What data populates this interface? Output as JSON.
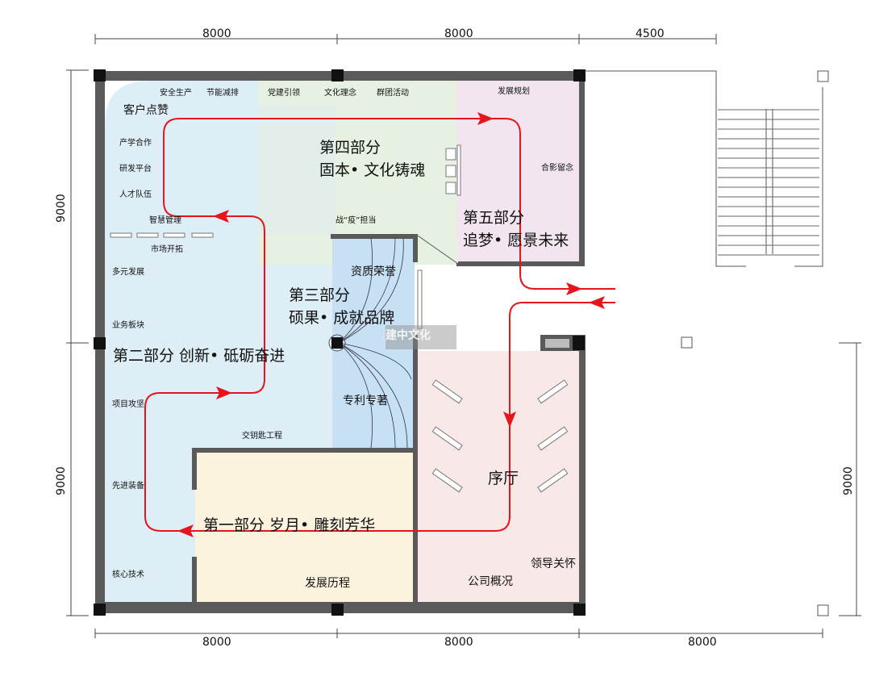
{
  "dimensions": {
    "top": [
      "8000",
      "8000",
      "4500"
    ],
    "bottom": [
      "8000",
      "8000",
      "8000"
    ],
    "left": [
      "9000",
      "9000"
    ],
    "right": [
      "9000"
    ]
  },
  "sections": {
    "part1": "第一部分  岁月• 雕刻芳华",
    "part2": "第二部分  创新• 砥砺奋进",
    "part3_a": "第三部分",
    "part3_b": "硕果• 成就品牌",
    "part4_a": "第四部分",
    "part4_b": "固本• 文化铸魂",
    "part5_a": "第五部分",
    "part5_b": "追梦• 愿景未来",
    "lobby": "序厅"
  },
  "labels": {
    "safety": "安全生产",
    "energy": "节能减排",
    "party": "党建引领",
    "culture": "文化理念",
    "group": "群团活动",
    "plan": "发展规划",
    "client": "客户点赞",
    "industry": "产学合作",
    "rnd": "研发平台",
    "talent": "人才队伍",
    "smart": "智慧管理",
    "market": "市场开拓",
    "diverse": "多元发展",
    "business": "业务板块",
    "projects": "项目攻坚",
    "equipment": "先进装备",
    "core": "核心技术",
    "key": "交钥匙工程",
    "history": "发展历程",
    "overview": "公司概况",
    "leaders": "领导关怀",
    "photo": "合影留念",
    "epidemic": "战“疫”担当",
    "honors": "资质荣誉",
    "patents": "专利专著"
  },
  "watermark": "建中文化",
  "colors": {
    "path": "#e8141c",
    "wall": "#5a5a5a",
    "zone_blue": "#ddeef7",
    "zone_green": "#e7f1e2",
    "zone_pink": "#f2e5f0",
    "room3": "#c7e0f3",
    "lobby": "#f9e8e8",
    "room1": "#fbf3dd"
  }
}
